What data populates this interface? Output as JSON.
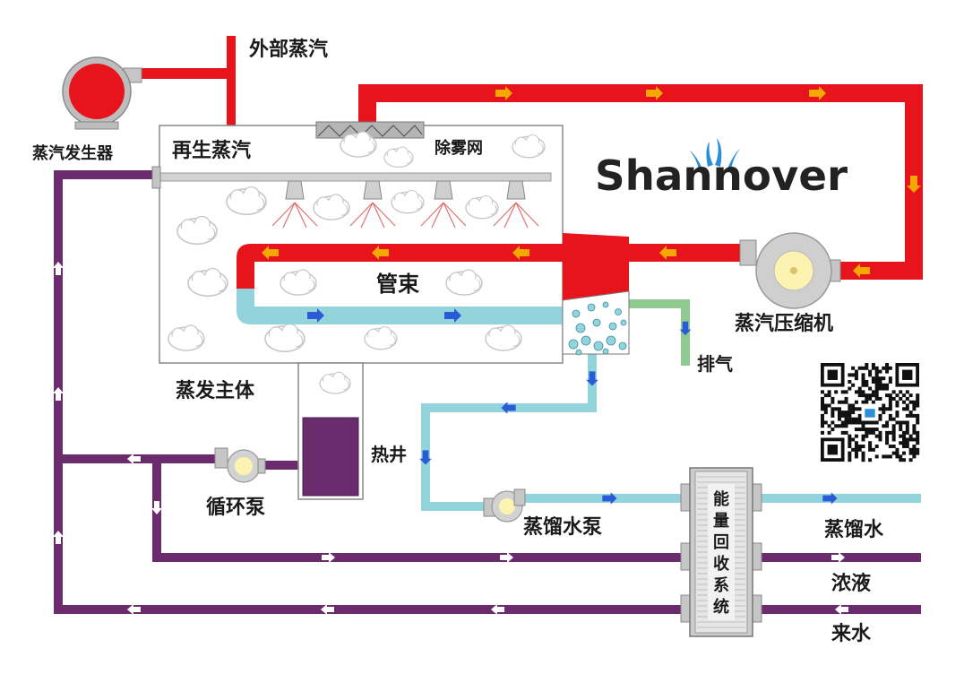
{
  "labels": {
    "external_steam": "外部蒸汽",
    "steam_generator": "蒸汽发生器",
    "regen_steam": "再生蒸汽",
    "demister": "除雾网",
    "tube_bundle": "管束",
    "evaporator_body": "蒸发主体",
    "hotwell": "热井",
    "circulation_pump": "循环泵",
    "distilled_pump": "蒸馏水泵",
    "steam_compressor": "蒸汽压缩机",
    "exhaust": "排气",
    "distilled_water": "蒸馏水",
    "concentrate": "浓液",
    "feed_water": "来水",
    "energy_recovery": [
      "能",
      "量",
      "回",
      "收",
      "系",
      "统"
    ]
  },
  "brand": {
    "logo_text": "Shannover"
  },
  "colors": {
    "steam": "#e8141c",
    "condensate": "#93d3dc",
    "liquid": "#6b2c6e",
    "exhaust": "#8fc98f",
    "arrow_steam": "#f5a800",
    "arrow_water": "#2a5bd7",
    "arrow_liquid": "#ffffff"
  },
  "icons": [
    "pump-icon",
    "nozzle-icon",
    "qr-code-icon",
    "heat-exchanger-icon",
    "cloud-icon",
    "arrow-icon"
  ]
}
